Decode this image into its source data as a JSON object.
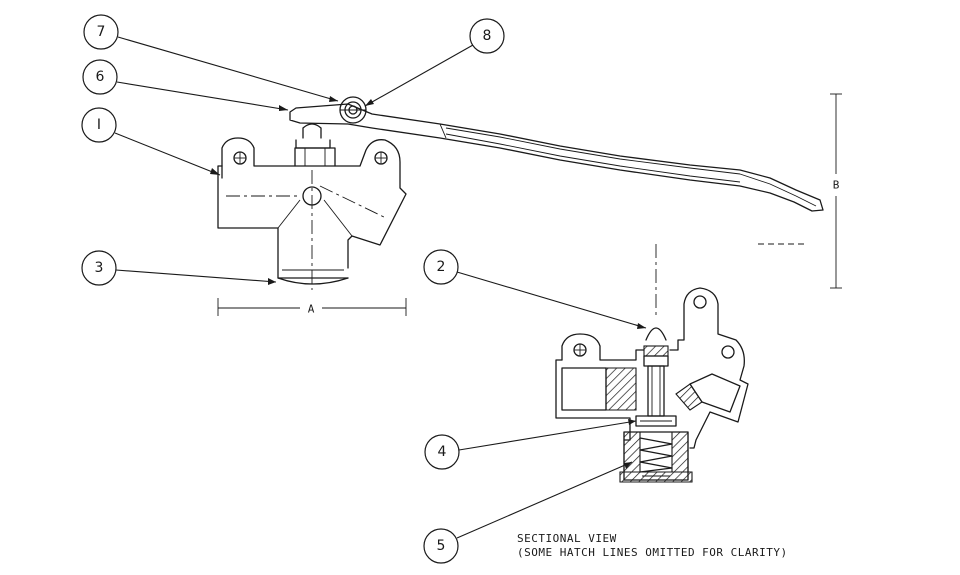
{
  "drawing": {
    "balloons": [
      {
        "id": "b7",
        "label": "7"
      },
      {
        "id": "b8",
        "label": "8"
      },
      {
        "id": "b6",
        "label": "6"
      },
      {
        "id": "b1",
        "label": "I"
      },
      {
        "id": "b3",
        "label": "3"
      },
      {
        "id": "b2",
        "label": "2"
      },
      {
        "id": "b4",
        "label": "4"
      },
      {
        "id": "b5",
        "label": "5"
      }
    ],
    "dimensions": {
      "a_label": "A",
      "b_label": "B"
    },
    "note": {
      "line1": "SECTIONAL VIEW",
      "line2": "(SOME HATCH LINES OMITTED FOR CLARITY)"
    }
  },
  "colors": {
    "line": "#1a1a1a",
    "background": "#ffffff"
  }
}
